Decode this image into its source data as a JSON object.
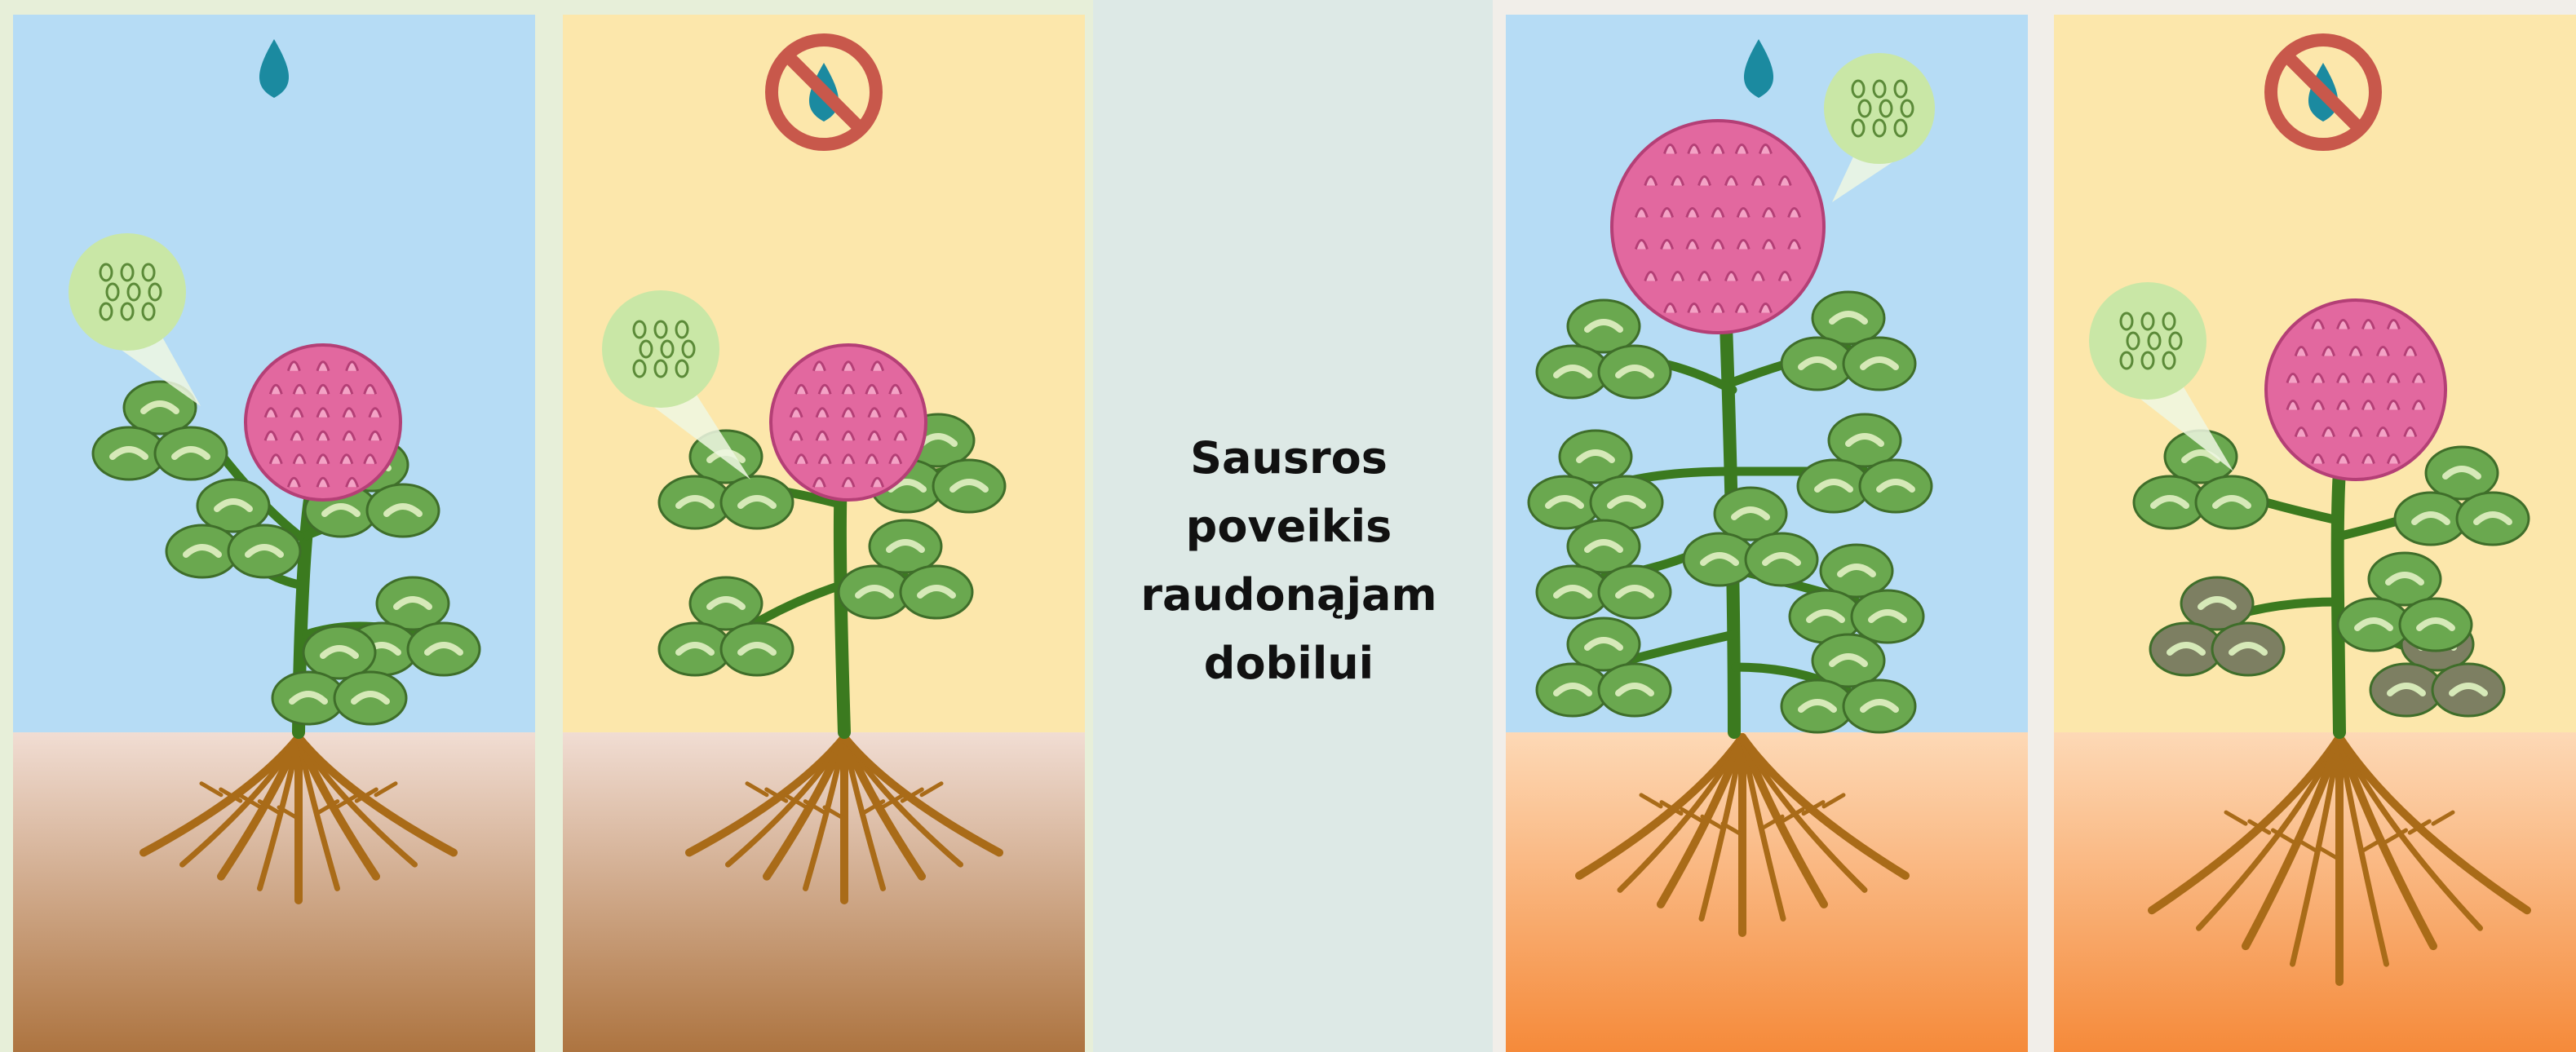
{
  "title_lines": [
    "Sausros poveikis",
    "raudonąjam",
    "dobilui"
  ],
  "panels": [
    {
      "name": "panel-1",
      "sky": "#b6dcf5",
      "soil_top": "#f1ddd3",
      "soil_bottom": "#ad7440",
      "water_icon": "water-drop-icon",
      "scene": "clover-watered"
    },
    {
      "name": "panel-2",
      "sky": "#fce7ab",
      "soil_top": "#f1ddd3",
      "soil_bottom": "#ad7440",
      "water_icon": "no-water-icon",
      "scene": "clover-drought"
    },
    {
      "name": "panel-3",
      "sky": "#b6dcf5",
      "soil_top": "#fdd9b6",
      "soil_bottom": "#f58a3a",
      "water_icon": "water-drop-icon",
      "scene": "clover-watered-large"
    },
    {
      "name": "panel-4",
      "sky": "#fce7ab",
      "soil_top": "#fdd9b6",
      "soil_bottom": "#f58a3a",
      "water_icon": "no-water-icon",
      "scene": "clover-drought-wilted"
    }
  ],
  "colors": {
    "stem": "#3b7a1f",
    "leaf": "#6aa84f",
    "leaf_wilted": "#7d7f62",
    "leaf_mark": "#d6e9b8",
    "flower": "#e2689f",
    "flower_petal_line": "#b43f76",
    "root": "#a96b18",
    "stomata_bubble": "#c9e7a6",
    "drop": "#1b8aa0",
    "prohibit": "#c8584b"
  }
}
